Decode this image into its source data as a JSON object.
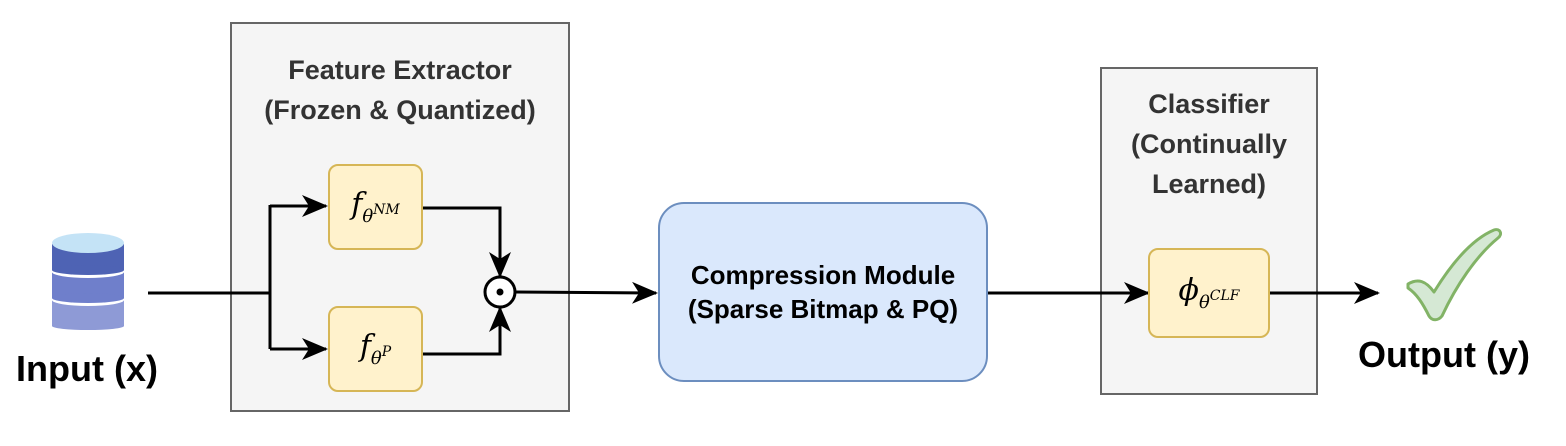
{
  "input": {
    "label": "Input (x)"
  },
  "output": {
    "label": "Output (y)"
  },
  "feature_extractor": {
    "title_line1": "Feature Extractor",
    "title_line2": "(Frozen & Quantized)",
    "branch_top": {
      "base": "f",
      "sub": "θ",
      "sup": "NM"
    },
    "branch_bottom": {
      "base": "f",
      "sub": "θ",
      "sup": "P"
    },
    "combine_symbol": "⊙"
  },
  "compression_module": {
    "line1": "Compression Module",
    "line2": "(Sparse Bitmap & PQ)"
  },
  "classifier": {
    "title_line1": "Classifier",
    "title_line2": "(Continually",
    "title_line3": "Learned)",
    "function": {
      "base": "ϕ",
      "sub": "θ",
      "sup": "CLF"
    }
  },
  "icons": {
    "input": "database-icon",
    "output": "checkmark-icon"
  },
  "colors": {
    "group_fill": "#f5f5f5",
    "group_stroke": "#666666",
    "func_fill": "#fff2cc",
    "func_stroke": "#d6b656",
    "compress_fill": "#dae8fc",
    "compress_stroke": "#6c8ebf",
    "db_dark": "#4e63b4",
    "db_light": "#c4e3f6",
    "check_fill": "#d5e8d4",
    "check_stroke": "#82b366"
  }
}
